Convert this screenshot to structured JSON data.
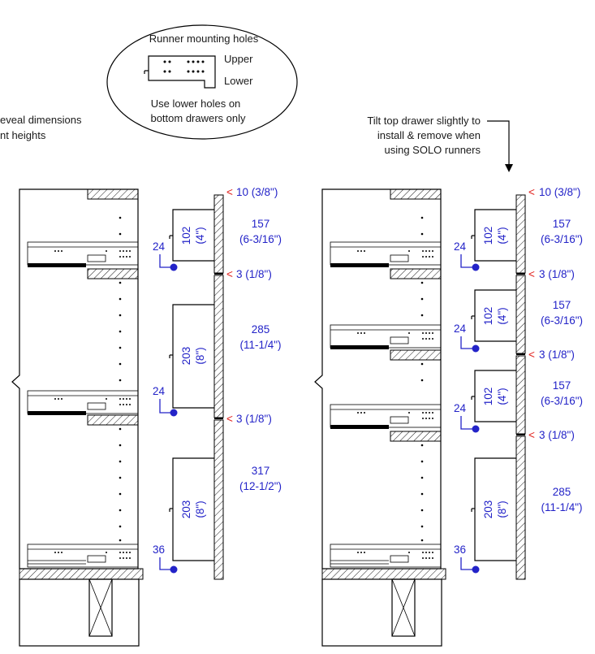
{
  "notes": {
    "runner_title": "Runner mounting holes",
    "upper": "Upper",
    "lower": "Lower",
    "lower_holes_1": "Use lower holes on",
    "lower_holes_2": "bottom drawers only",
    "reveal_1": "eveal dimensions",
    "reveal_2": "nt heights",
    "tilt_1": "Tilt top drawer slightly to",
    "tilt_2": "install & remove when",
    "tilt_3": "using SOLO runners"
  },
  "left_dims": {
    "gap_top": "10 (3/8\")",
    "gap_2": "3 (1/8\")",
    "gap_3": "3 (1/8\")",
    "front_1_mm": "157",
    "front_1_in": "(6-3/16\")",
    "front_2_mm": "285",
    "front_2_in": "(11-1/4\")",
    "front_3_mm": "317",
    "front_3_in": "(12-1/2\")",
    "side_1_mm": "102",
    "side_1_in": "(4\")",
    "side_2_mm": "203",
    "side_2_in": "(8\")",
    "side_3_mm": "203",
    "side_3_in": "(8\")",
    "offset_1": "24",
    "offset_2": "24",
    "offset_3": "36"
  },
  "right_dims": {
    "gap_top": "10 (3/8\")",
    "gap_2": "3 (1/8\")",
    "gap_3": "3 (1/8\")",
    "gap_4": "3 (1/8\")",
    "front_1_mm": "157",
    "front_1_in": "(6-3/16\")",
    "front_2_mm": "157",
    "front_2_in": "(6-3/16\")",
    "front_3_mm": "157",
    "front_3_in": "(6-3/16\")",
    "front_4_mm": "285",
    "front_4_in": "(11-1/4\")",
    "side_1_mm": "102",
    "side_1_in": "(4\")",
    "side_2_mm": "102",
    "side_2_in": "(4\")",
    "side_3_mm": "102",
    "side_3_in": "(4\")",
    "side_4_mm": "203",
    "side_4_in": "(8\")",
    "offset_1": "24",
    "offset_2": "24",
    "offset_3": "24",
    "offset_4": "36"
  },
  "colors": {
    "dimension": "#2323c8",
    "gap_arrow": "#e0201c",
    "line": "#000000"
  }
}
